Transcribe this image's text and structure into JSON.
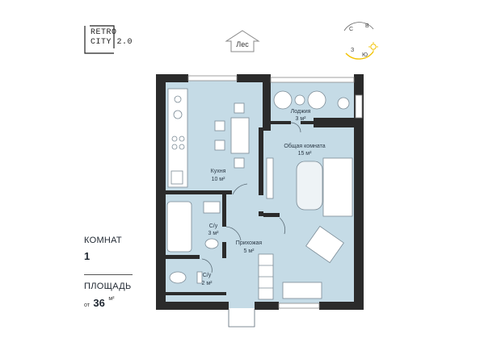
{
  "logo": {
    "line1": "RETRO",
    "line2": "CITY 2.0"
  },
  "orientation": {
    "label": "Лес"
  },
  "compass": {
    "letters": [
      "С",
      "В",
      "Ю",
      "З"
    ]
  },
  "rooms": [
    {
      "name": "Лоджия",
      "area": "3 м²"
    },
    {
      "name": "Общая комната",
      "area": "15 м²"
    },
    {
      "name": "Кухня",
      "area": "10 м²"
    },
    {
      "name": "С/у",
      "area": "3 м²"
    },
    {
      "name": "Прихожая",
      "area": "5 м²"
    },
    {
      "name": "С/у",
      "area": "2 м²"
    }
  ],
  "info": {
    "rooms_label": "КОМНАТ",
    "rooms_value": "1",
    "area_label": "ПЛОЩАДЬ",
    "area_prefix": "от",
    "area_value": "36",
    "area_unit": "м²"
  },
  "colors": {
    "floor": "#c5dbe6",
    "wall": "#2b2b2b",
    "accent": "#f2c200"
  }
}
